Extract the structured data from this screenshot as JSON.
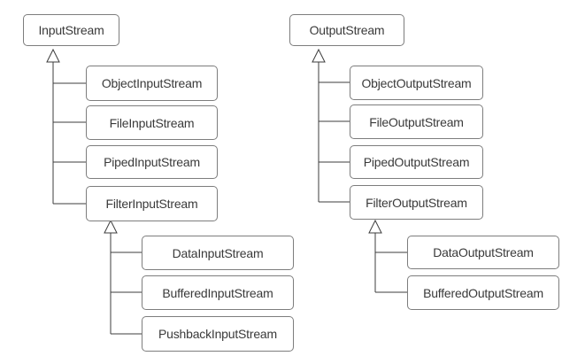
{
  "diagram": {
    "input": {
      "root": "InputStream",
      "children": [
        "ObjectInputStream",
        "FileInputStream",
        "PipedInputStream",
        "FilterInputStream"
      ],
      "filter_children": [
        "DataInputStream",
        "BufferedInputStream",
        "PushbackInputStream"
      ]
    },
    "output": {
      "root": "OutputStream",
      "children": [
        "ObjectOutputStream",
        "FileOutputStream",
        "PipedOutputStream",
        "FilterOutputStream"
      ],
      "filter_children": [
        "DataOutputStream",
        "BufferedOutputStream"
      ]
    }
  }
}
